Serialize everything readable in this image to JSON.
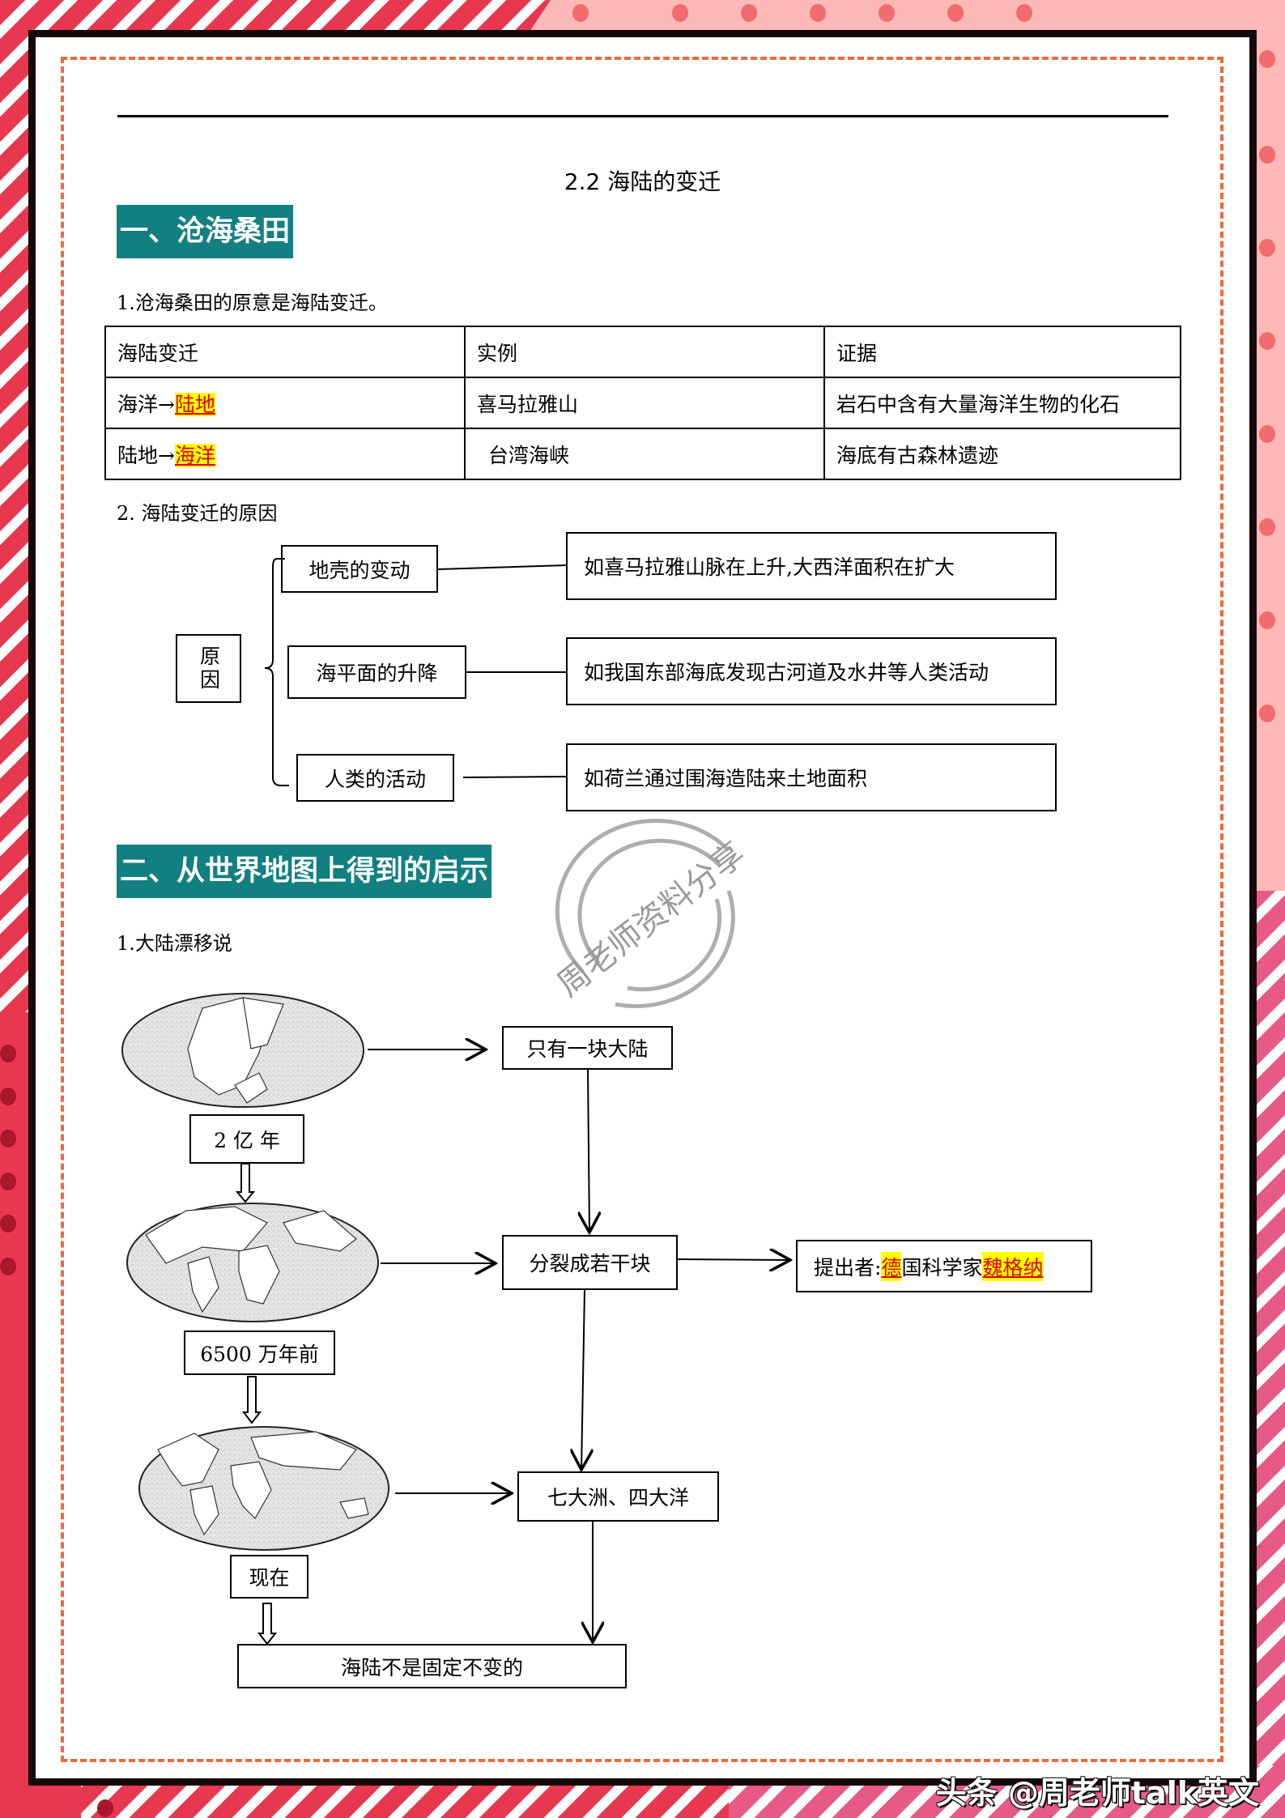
{
  "page": {
    "title": "2.2  海陆的变迁",
    "colors": {
      "section_header_bg": "#127f80",
      "highlight_bg": "#ffff00",
      "highlight_text": "#e00000",
      "dashed_border": "#ee6a3a",
      "frame": "#160808",
      "bg_red": "#e8384f",
      "bg_pink": "#fdb9b8"
    }
  },
  "section1": {
    "header": "一、沧海桑田",
    "intro": "1.沧海桑田的原意是海陆变迁。",
    "table": {
      "columns": [
        "海陆变迁",
        "实例",
        "证据"
      ],
      "rows": [
        {
          "change_prefix": "海洋→",
          "change_highlight": "陆地",
          "example": "喜马拉雅山",
          "evidence": "岩石中含有大量海洋生物的化石"
        },
        {
          "change_prefix": "陆地→",
          "change_highlight": "海洋",
          "example": "台湾海峡",
          "evidence": "海底有古森林遗迹"
        }
      ]
    },
    "causes_title": "2.  海陆变迁的原因",
    "causes_root": "原因",
    "causes": [
      {
        "label": "地壳的变动",
        "example": "如喜马拉雅山脉在上升,大西洋面积在扩大"
      },
      {
        "label": "海平面的升降",
        "example": "如我国东部海底发现古河道及水井等人类活动"
      },
      {
        "label": "人类的活动",
        "example": "如荷兰通过围海造陆来土地面积"
      }
    ]
  },
  "section2": {
    "header": "二、从世界地图上得到的启示",
    "subtitle": "1.大陆漂移说",
    "globes": [
      {
        "icon": "pangaea-globe-icon",
        "time_label": "2 亿 年",
        "result": "只有一块大陆"
      },
      {
        "icon": "breakup-globe-icon",
        "time_label": "6500 万年前",
        "result": "分裂成若干块"
      },
      {
        "icon": "present-globe-icon",
        "time_label": "现在",
        "result": "七大洲、四大洋"
      }
    ],
    "proposer": {
      "prefix": "提出者:",
      "country": "德",
      "middle": "国科学家",
      "name": "魏格纳"
    },
    "conclusion": "海陆不是固定不变的"
  },
  "watermark": {
    "stamp_text": "周老师资料分享",
    "footer_brand": "头条 @周老师talk英文"
  }
}
